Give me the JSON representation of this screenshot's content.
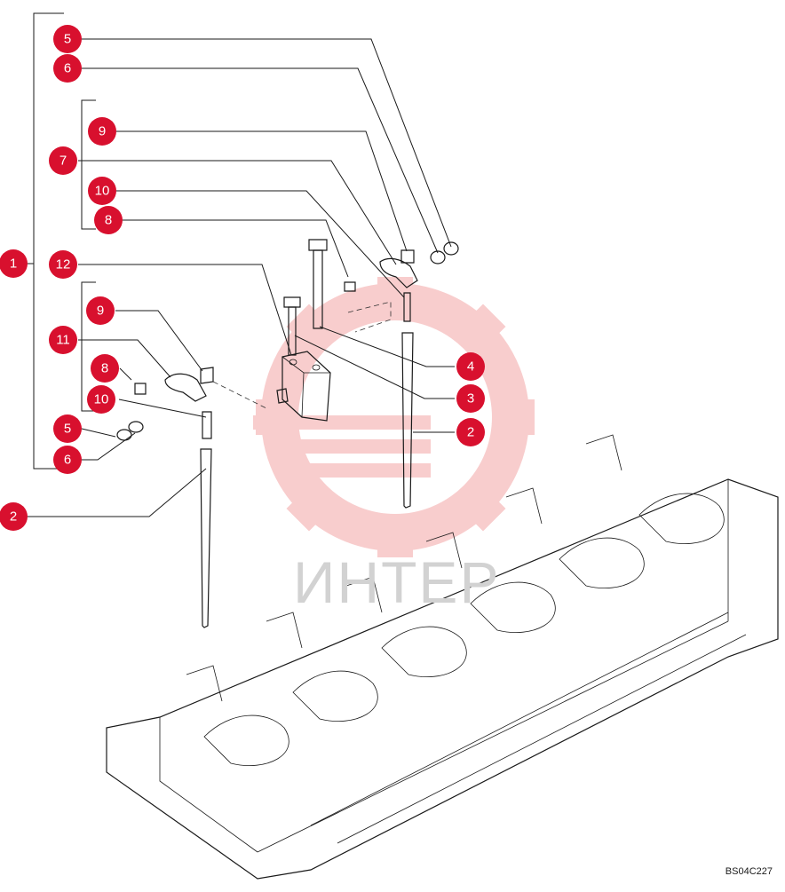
{
  "figure_code": "BS04C227",
  "watermark": {
    "text": "ИНТЕР",
    "color": "#f6c6c6"
  },
  "callout_color": "#d8102e",
  "callouts": [
    {
      "id": "c5a",
      "label": "5"
    },
    {
      "id": "c6a",
      "label": "6"
    },
    {
      "id": "c9a",
      "label": "9"
    },
    {
      "id": "c7",
      "label": "7"
    },
    {
      "id": "c10a",
      "label": "10"
    },
    {
      "id": "c8a",
      "label": "8"
    },
    {
      "id": "c1",
      "label": "1"
    },
    {
      "id": "c12",
      "label": "12"
    },
    {
      "id": "c9b",
      "label": "9"
    },
    {
      "id": "c11",
      "label": "11"
    },
    {
      "id": "c8b",
      "label": "8"
    },
    {
      "id": "c10b",
      "label": "10"
    },
    {
      "id": "c5b",
      "label": "5"
    },
    {
      "id": "c6b",
      "label": "6"
    },
    {
      "id": "c2a",
      "label": "2"
    },
    {
      "id": "c4",
      "label": "4"
    },
    {
      "id": "c3",
      "label": "3"
    },
    {
      "id": "c2b",
      "label": "2"
    }
  ]
}
